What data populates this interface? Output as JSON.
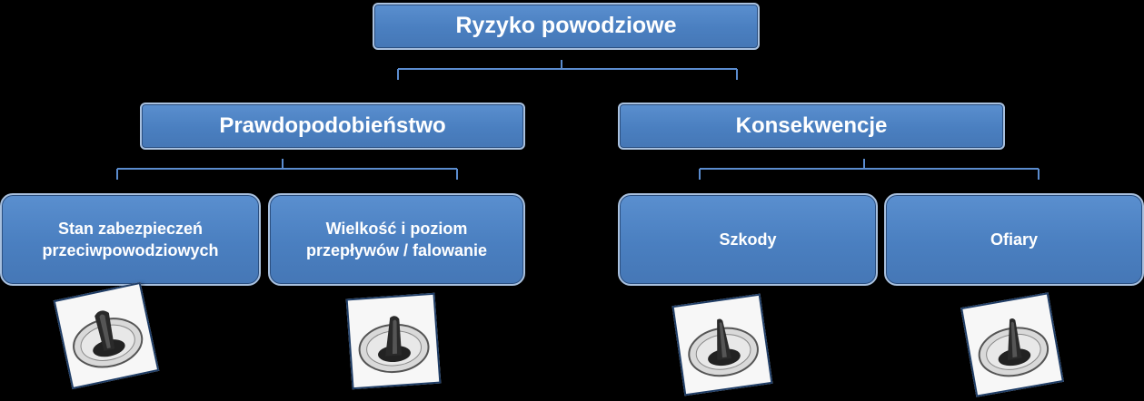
{
  "root": {
    "label": "Ryzyko powodziowe"
  },
  "branches": [
    {
      "label": "Prawdopodobieństwo",
      "children": [
        {
          "label": "Stan zabezpieczeń przeciwpowodziowych"
        },
        {
          "label": "Wielkość i poziom przepływów / falowanie"
        }
      ]
    },
    {
      "label": "Konsekwencje",
      "children": [
        {
          "label": "Szkody"
        },
        {
          "label": "Ofiary"
        }
      ]
    }
  ],
  "colors": {
    "box_fill": "#4f81bd",
    "box_border": "#a9c1df",
    "connector": "#5b8ccf",
    "background": "#000000"
  },
  "icons": [
    "dial-knob-icon",
    "dial-knob-icon",
    "dial-knob-icon",
    "dial-knob-icon"
  ]
}
